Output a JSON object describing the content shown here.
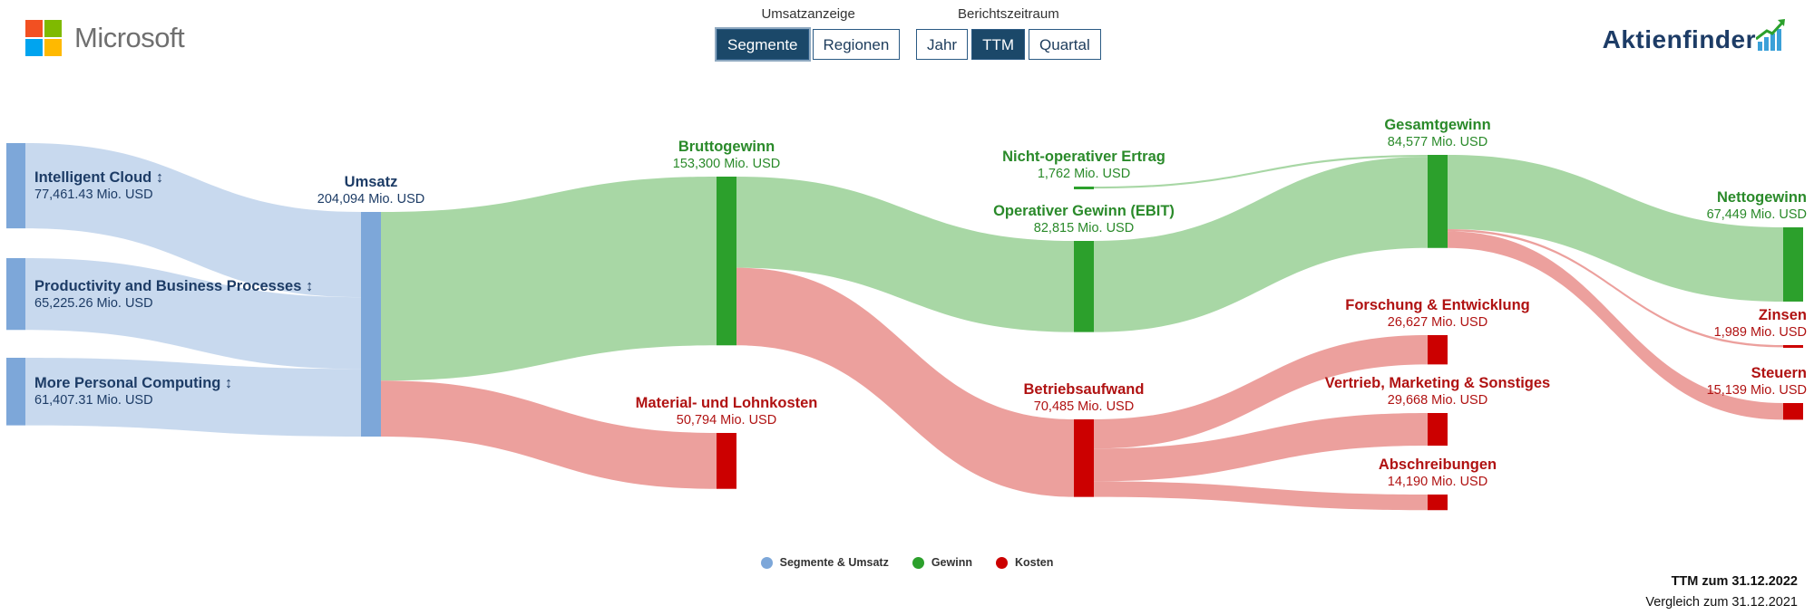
{
  "header": {
    "company": "Microsoft",
    "brand": "Aktienfinder",
    "revenue_view": {
      "label": "Umsatzanzeige",
      "options": [
        "Segmente",
        "Regionen"
      ],
      "selected": "Segmente"
    },
    "period": {
      "label": "Berichtszeitraum",
      "options": [
        "Jahr",
        "TTM",
        "Quartal"
      ],
      "selected": "TTM"
    }
  },
  "colors": {
    "segment": "#7da7d9",
    "segment_flow": "#c5d7ed",
    "profit": "#2ca02c",
    "profit_flow": "#a3d5a0",
    "cost": "#cc0000",
    "cost_flow": "#eb9b98"
  },
  "chart_data": {
    "type": "sankey",
    "unit": "Mio. USD",
    "nodes": [
      {
        "id": "cloud",
        "name": "Intelligent Cloud ↕",
        "value": "77,461.43 Mio. USD",
        "num": 77461.43,
        "group": "segment"
      },
      {
        "id": "pbp",
        "name": "Productivity and Business Processes ↕",
        "value": "65,225.26 Mio. USD",
        "num": 65225.26,
        "group": "segment"
      },
      {
        "id": "mpc",
        "name": "More Personal Computing ↕",
        "value": "61,407.31 Mio. USD",
        "num": 61407.31,
        "group": "segment"
      },
      {
        "id": "umsatz",
        "name": "Umsatz",
        "value": "204,094 Mio. USD",
        "num": 204094,
        "group": "segment"
      },
      {
        "id": "brutto",
        "name": "Bruttogewinn",
        "value": "153,300 Mio. USD",
        "num": 153300,
        "group": "profit"
      },
      {
        "id": "material",
        "name": "Material- und Lohnkosten",
        "value": "50,794 Mio. USD",
        "num": 50794,
        "group": "cost"
      },
      {
        "id": "nonop",
        "name": "Nicht-operativer Ertrag",
        "value": "1,762 Mio. USD",
        "num": 1762,
        "group": "profit"
      },
      {
        "id": "ebit",
        "name": "Operativer Gewinn (EBIT)",
        "value": "82,815 Mio. USD",
        "num": 82815,
        "group": "profit"
      },
      {
        "id": "betrieb",
        "name": "Betriebsaufwand",
        "value": "70,485 Mio. USD",
        "num": 70485,
        "group": "cost"
      },
      {
        "id": "gesamt",
        "name": "Gesamtgewinn",
        "value": "84,577 Mio. USD",
        "num": 84577,
        "group": "profit"
      },
      {
        "id": "fue",
        "name": "Forschung & Entwicklung",
        "value": "26,627 Mio. USD",
        "num": 26627,
        "group": "cost"
      },
      {
        "id": "vms",
        "name": "Vertrieb, Marketing & Sonstiges",
        "value": "29,668 Mio. USD",
        "num": 29668,
        "group": "cost"
      },
      {
        "id": "abschr",
        "name": "Abschreibungen",
        "value": "14,190 Mio. USD",
        "num": 14190,
        "group": "cost"
      },
      {
        "id": "netto",
        "name": "Nettogewinn",
        "value": "67,449 Mio. USD",
        "num": 67449,
        "group": "profit"
      },
      {
        "id": "zinsen",
        "name": "Zinsen",
        "value": "1,989 Mio. USD",
        "num": 1989,
        "group": "cost"
      },
      {
        "id": "steuern",
        "name": "Steuern",
        "value": "15,139 Mio. USD",
        "num": 15139,
        "group": "cost"
      }
    ],
    "links": [
      {
        "source": "cloud",
        "target": "umsatz",
        "value": 77461.43
      },
      {
        "source": "pbp",
        "target": "umsatz",
        "value": 65225.26
      },
      {
        "source": "mpc",
        "target": "umsatz",
        "value": 61407.31
      },
      {
        "source": "umsatz",
        "target": "brutto",
        "value": 153300
      },
      {
        "source": "umsatz",
        "target": "material",
        "value": 50794
      },
      {
        "source": "brutto",
        "target": "ebit",
        "value": 82815
      },
      {
        "source": "brutto",
        "target": "betrieb",
        "value": 70485
      },
      {
        "source": "nonop",
        "target": "gesamt",
        "value": 1762
      },
      {
        "source": "ebit",
        "target": "gesamt",
        "value": 82815
      },
      {
        "source": "betrieb",
        "target": "fue",
        "value": 26627
      },
      {
        "source": "betrieb",
        "target": "vms",
        "value": 29668
      },
      {
        "source": "betrieb",
        "target": "abschr",
        "value": 14190
      },
      {
        "source": "gesamt",
        "target": "netto",
        "value": 67449
      },
      {
        "source": "gesamt",
        "target": "zinsen",
        "value": 1989
      },
      {
        "source": "gesamt",
        "target": "steuern",
        "value": 15139
      }
    ],
    "legend": [
      {
        "label": "Segmente & Umsatz",
        "color": "#7da7d9"
      },
      {
        "label": "Gewinn",
        "color": "#2ca02c"
      },
      {
        "label": "Kosten",
        "color": "#cc0000"
      }
    ],
    "legend_position": "bottom-center"
  },
  "footer": {
    "period": "TTM zum 31.12.2022",
    "compare": "Vergleich zum 31.12.2021"
  }
}
